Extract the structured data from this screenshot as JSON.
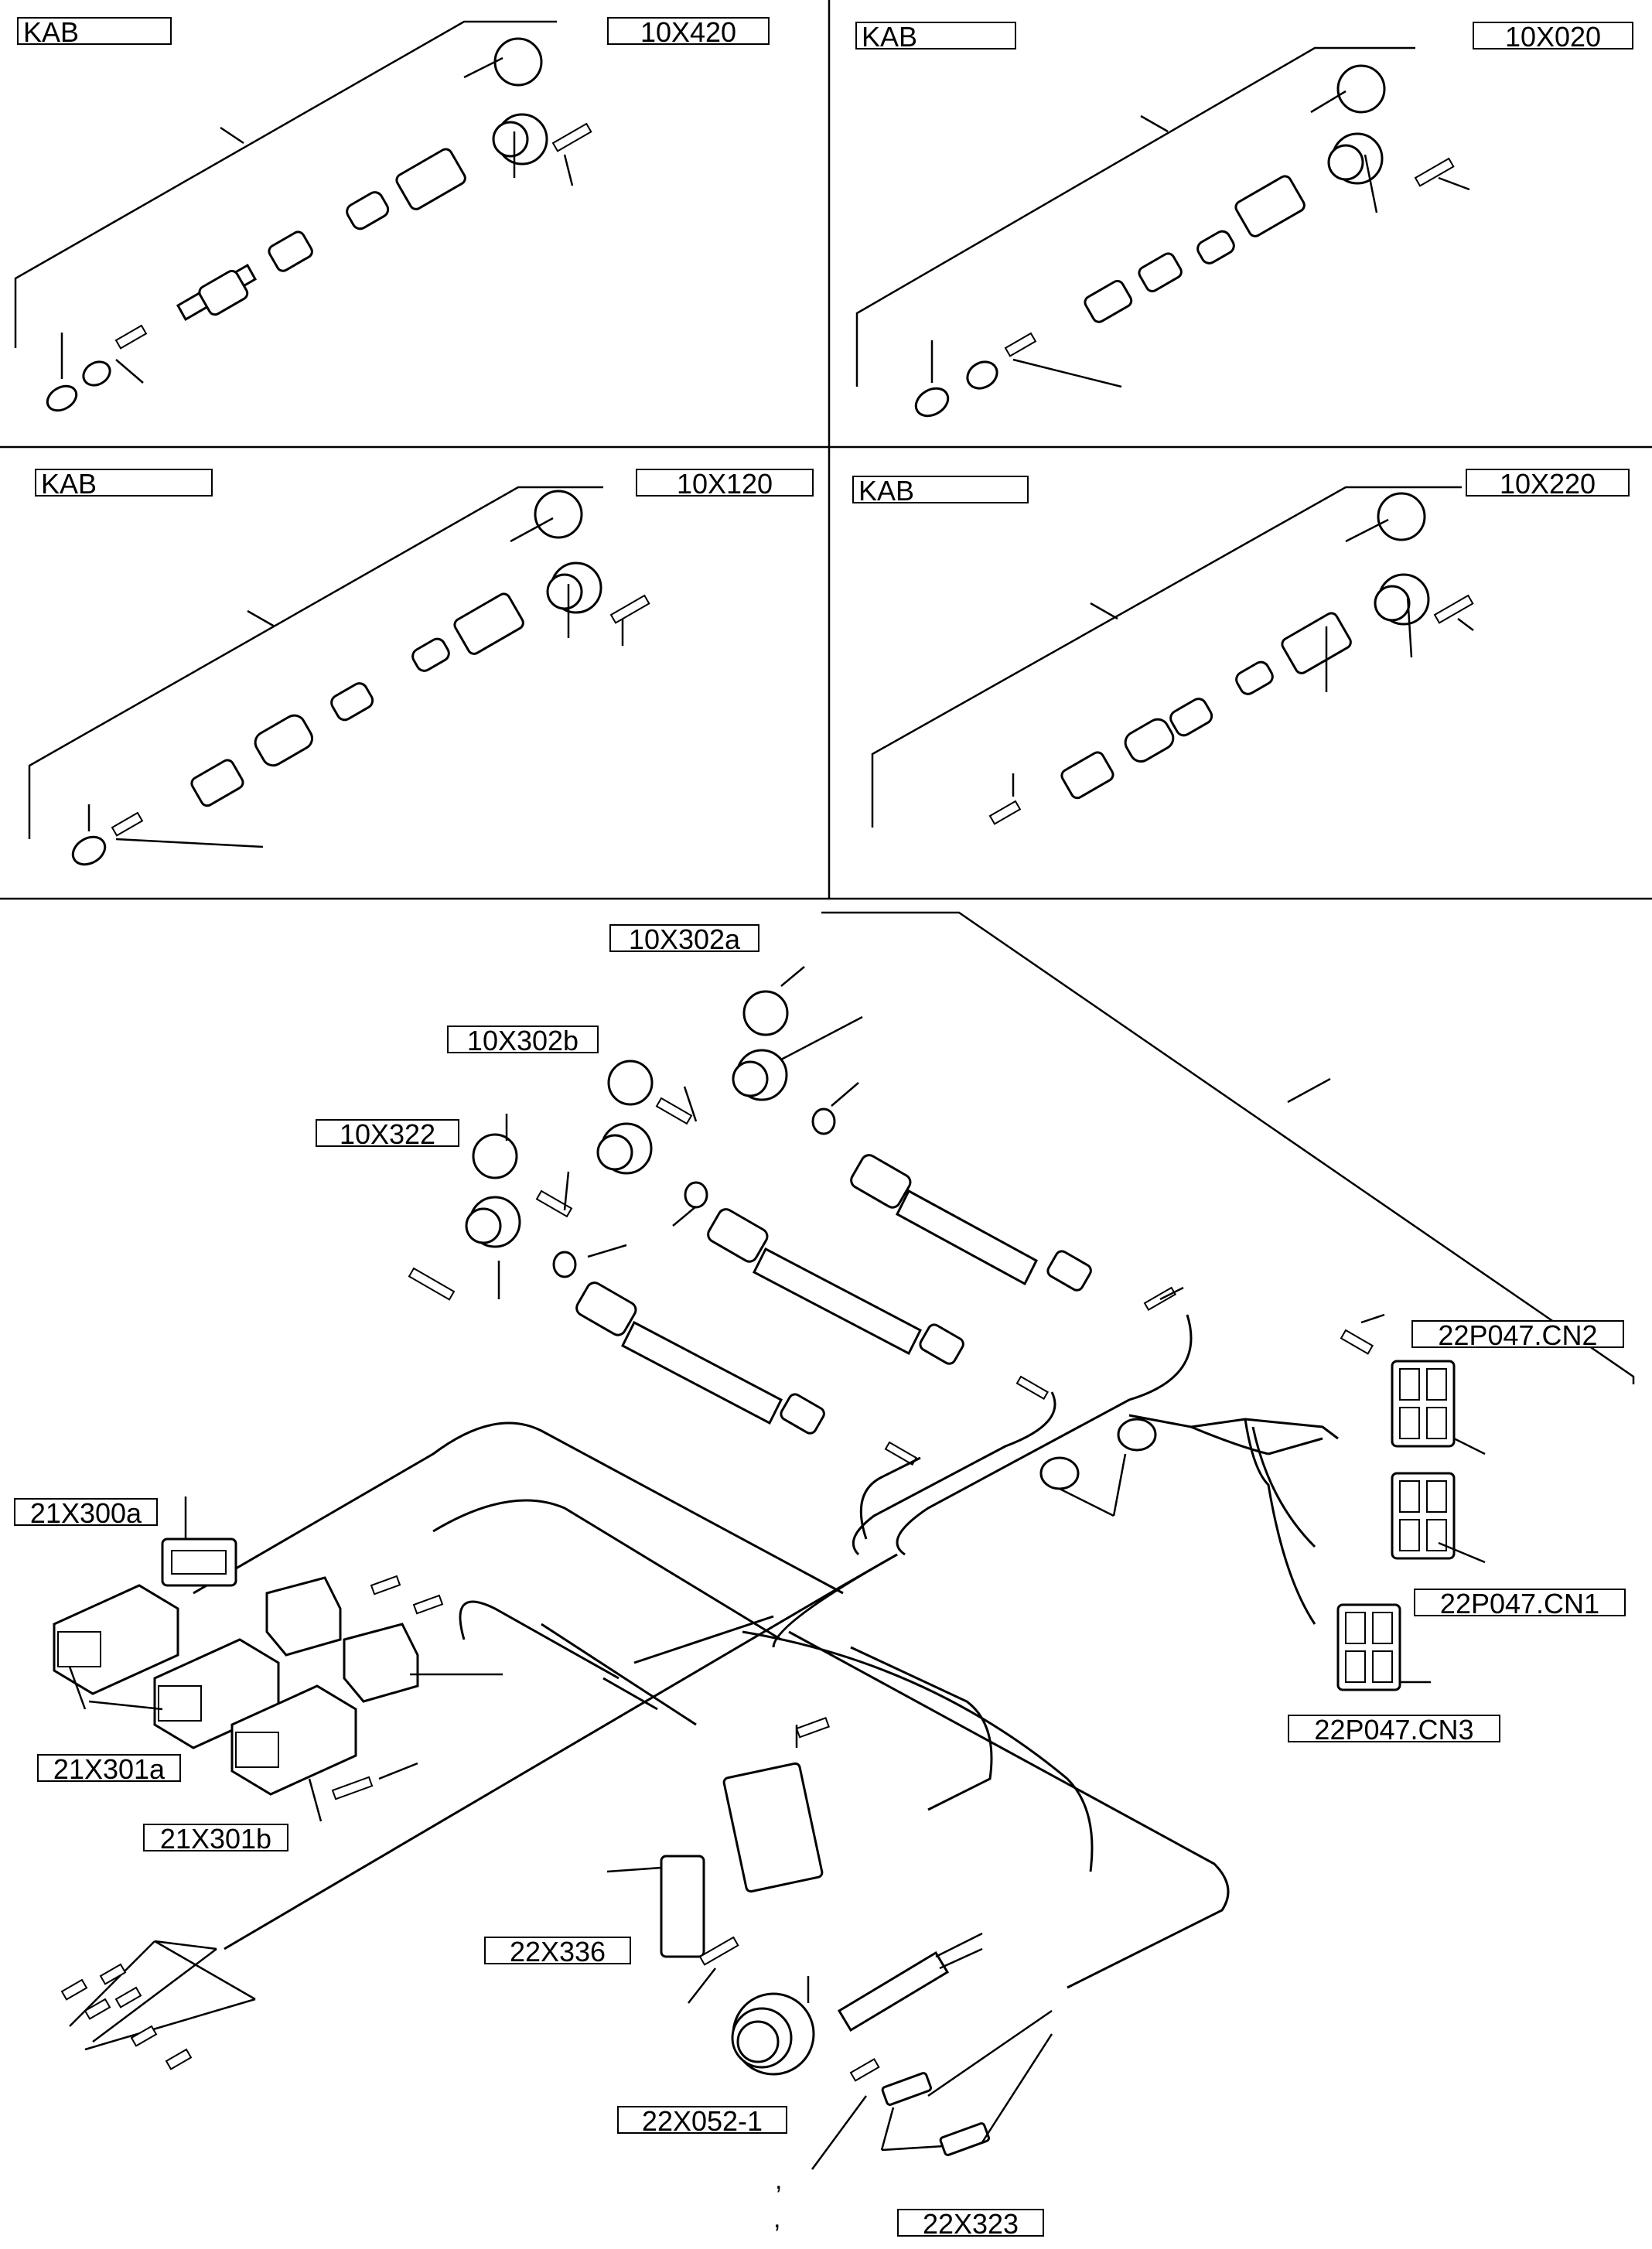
{
  "panels": {
    "top_left": {
      "kab": "KAB",
      "code": "10X420"
    },
    "top_right": {
      "kab": "KAB",
      "code": "10X020"
    },
    "middle_left": {
      "kab": "KAB",
      "code": "10X120"
    },
    "middle_right": {
      "kab": "KAB",
      "code": "10X220"
    }
  },
  "harness_labels": {
    "c10x302a": "10X302a",
    "c10x302b": "10X302b",
    "c10x322": "10X322",
    "c22p047_cn2": "22P047.CN2",
    "c22p047_cn1": "22P047.CN1",
    "c22p047_cn3": "22P047.CN3",
    "c21x300a": "21X300a",
    "c21x301a": "21X301a",
    "c21x301b": "21X301b",
    "c22x336": "22X336",
    "c22x052_1": "22X052-1",
    "c22x323": "22X323"
  },
  "marks": {
    "comma1": ",",
    "comma2": ","
  }
}
